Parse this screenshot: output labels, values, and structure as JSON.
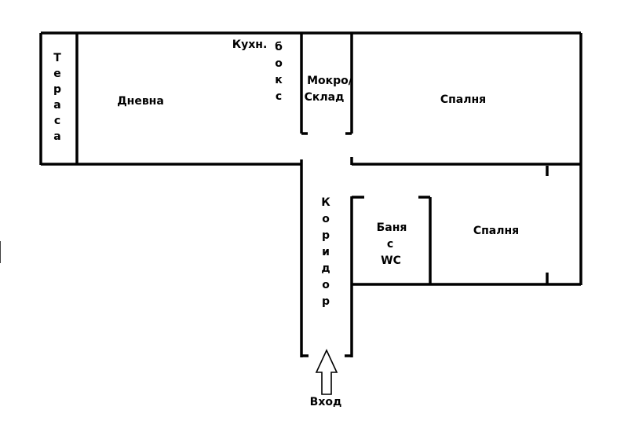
{
  "colors": {
    "wall": "#000000",
    "background": "#ffffff"
  },
  "rooms": {
    "terrace": [
      "Т",
      "е",
      "р",
      "а",
      "с",
      "а"
    ],
    "living": "Дневна",
    "kitchen": "Кухн.",
    "kitchen_box": [
      "б",
      "о",
      "к",
      "с"
    ],
    "storage_line1": "Мокро/",
    "storage_line2": "Склад",
    "bedroom1": "Спалня",
    "corridor": [
      "К",
      "о",
      "р",
      "и",
      "д",
      "о",
      "р"
    ],
    "bath_line1": "Баня",
    "bath_line2": "с",
    "bath_line3": "WC",
    "bedroom2": "Спалня"
  },
  "entrance": {
    "label": "Вход",
    "icon": "up-arrow-icon"
  }
}
